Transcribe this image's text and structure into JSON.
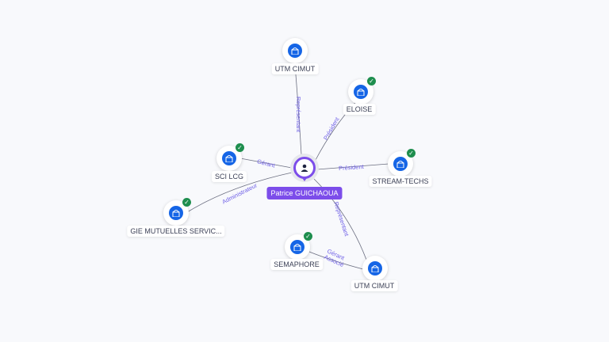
{
  "center": {
    "name": "Patrice GUICHAOUA",
    "icon": "person-icon"
  },
  "nodes": [
    {
      "label": "UTM CIMUT",
      "verified": false
    },
    {
      "label": "ELOISE",
      "verified": true
    },
    {
      "label": "SCI LCG",
      "verified": true
    },
    {
      "label": "STREAM-TECHS",
      "verified": true
    },
    {
      "label": "GIE MUTUELLES SERVIC...",
      "verified": true
    },
    {
      "label": "SEMAPHORE",
      "verified": true
    },
    {
      "label": "UTM CIMUT",
      "verified": false
    }
  ],
  "edges": [
    {
      "label": "Représentant"
    },
    {
      "label": "Président"
    },
    {
      "label": "Gérant"
    },
    {
      "label": "Président"
    },
    {
      "label": "Administrateur"
    },
    {
      "label": "Représentant"
    },
    {
      "label": "Gérant"
    },
    {
      "label": "Associé"
    }
  ],
  "colors": {
    "accent": "#7c4dea",
    "company": "#1565e6",
    "verified": "#1e8e4e",
    "edge_label": "#6d5ee6"
  }
}
